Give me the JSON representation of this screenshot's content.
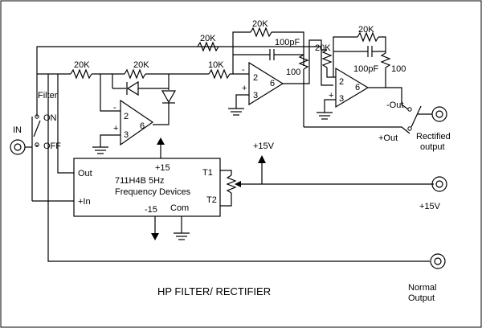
{
  "title": "HP FILTER/ RECTIFIER",
  "module": {
    "part": "711H4B 5Hz",
    "maker": "Frequency Devices",
    "pin_out": "Out",
    "pin_in": "+In",
    "pin_plus15": "+15",
    "pin_minus15": "-15",
    "pin_com": "Com",
    "pin_t1": "T1",
    "pin_t2": "T2"
  },
  "switch_filter": {
    "label": "Filter",
    "on": "ON",
    "off": "OFF"
  },
  "jacks": {
    "input": "IN",
    "rectified": [
      "Rectified",
      "output"
    ],
    "normal": [
      "Normal",
      "Output"
    ],
    "plus15": "+15V"
  },
  "switch_output": {
    "minus": "-Out",
    "plus": "+Out"
  },
  "supply": {
    "plus15": "+15V"
  },
  "components": {
    "r_in_1": "20K",
    "r_fb_1": "20K",
    "r_feed": "20K",
    "r_in_2": "10K",
    "r_fb_2": "20K",
    "c_fb_2": "100pF",
    "r_bias_2": "100",
    "r_in_3": "20K",
    "r_fb_3": "20K",
    "c_fb_3": "100pF",
    "r_bias_3": "100"
  },
  "opamps": {
    "u1": {
      "inv": "-",
      "noninv": "+",
      "pin_inv": "2",
      "pin_noninv": "3",
      "pin_out": "6"
    },
    "u2": {
      "inv": "-",
      "noninv": "+",
      "pin_inv": "2",
      "pin_noninv": "3",
      "pin_out": "6"
    },
    "u3": {
      "inv": "-",
      "noninv": "+",
      "pin_inv": "2",
      "pin_noninv": "3",
      "pin_out": "6"
    }
  }
}
